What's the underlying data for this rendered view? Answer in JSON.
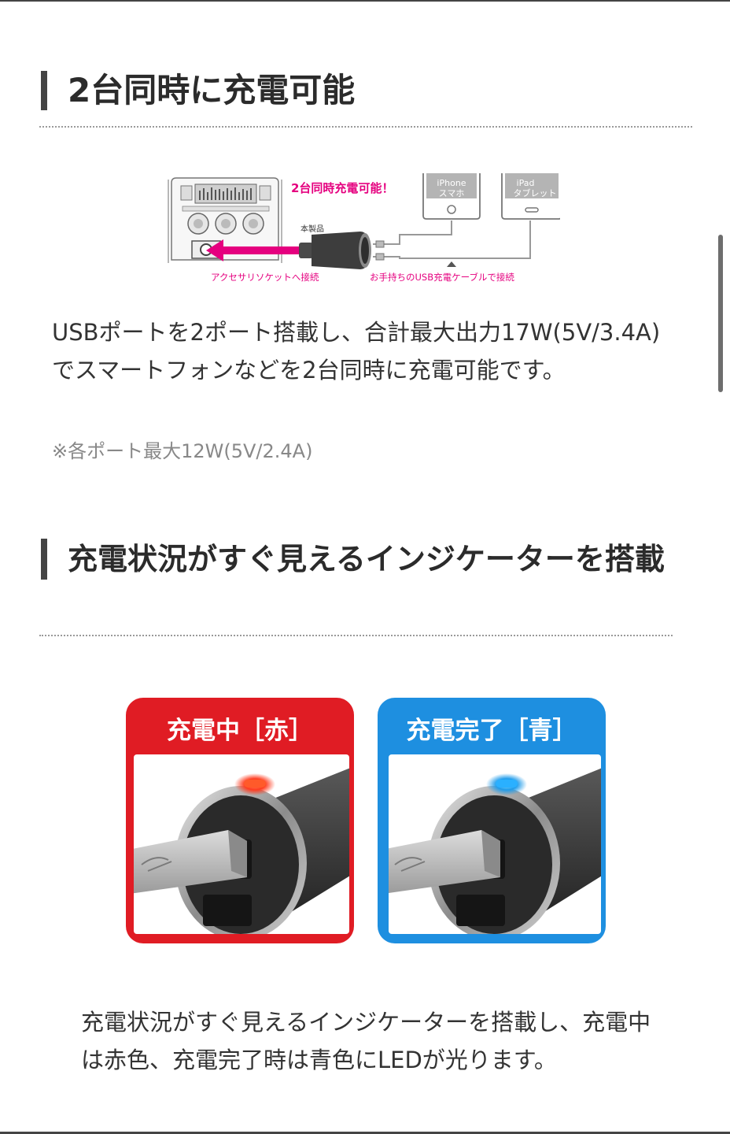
{
  "section1": {
    "title": "2台同時に充電可能",
    "diagram": {
      "headline": "2台同時充電可能！",
      "product_label": "本製品",
      "device1_line1": "iPhone",
      "device1_line2": "スマホ",
      "device2_line1": "iPad",
      "device2_line2": "タブレット",
      "socket_caption": "アクセサリソケットへ接続",
      "cable_caption": "お手持ちのUSB充電ケーブルで接続"
    },
    "body": "USBポートを2ポート搭載し、合計最大出力17W(5V/3.4A)でスマートフォンなどを2台同時に充電可能です。",
    "note": "※各ポート最大12W(5V/2.4A)"
  },
  "section2": {
    "title": "充電状況がすぐ見えるインジケーターを搭載",
    "panel_red_label": "充電中［赤］",
    "panel_blue_label": "充電完了［青］",
    "body": "充電状況がすぐ見えるインジケーターを搭載し、充電中は赤色、充電完了時は青色にLEDが光ります。"
  },
  "colors": {
    "charging": "#e01c24",
    "complete": "#1e8fe0",
    "accent_magenta": "#e5007f"
  }
}
